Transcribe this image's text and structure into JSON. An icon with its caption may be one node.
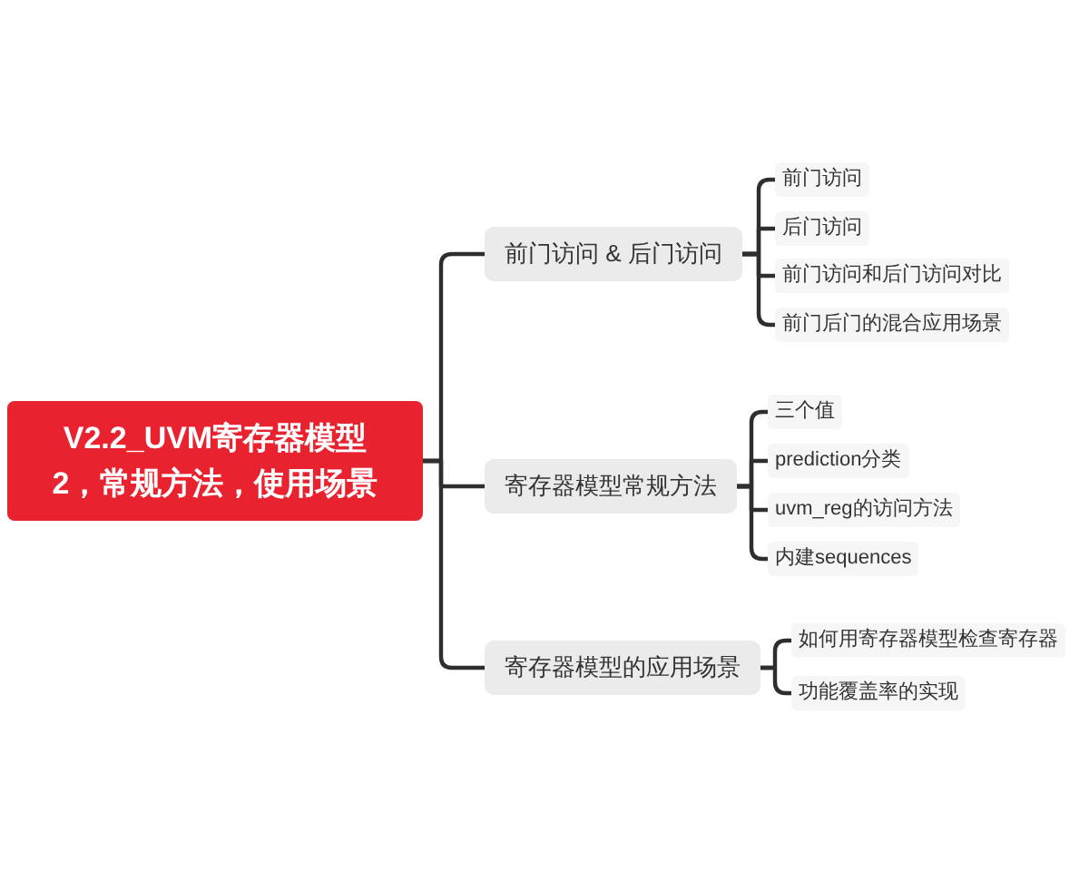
{
  "diagram": {
    "nodes": [
      {
        "text": [
          "V2.2_UVM寄存器模型2，常规方法，使用场景"
        ]
      },
      {
        "text": [
          "前门访问 & 后门访问"
        ]
      },
      {
        "text": [
          "前门访问"
        ]
      },
      {
        "text": [
          "后门访问"
        ]
      },
      {
        "text": [
          "前门访问和后门访问对比"
        ]
      },
      {
        "text": [
          "前门后门的混合应用场景"
        ]
      },
      {
        "text": [
          "寄存器模型常规方法"
        ]
      },
      {
        "text": [
          "三个值"
        ]
      },
      {
        "text": [
          "prediction分类"
        ]
      },
      {
        "text": [
          "uvm_reg的访问方法"
        ]
      },
      {
        "text": [
          "内建sequences"
        ]
      },
      {
        "text": [
          "寄存器模型的应用场景"
        ]
      },
      {
        "text": [
          "如何用寄存器模型检查寄存器"
        ]
      },
      {
        "text": [
          "功能覆盖率的实现"
        ]
      }
    ],
    "edges": [
      {
        "from": 0,
        "to": 1,
        "arrow": "none"
      },
      {
        "from": 0,
        "to": 6,
        "arrow": "none"
      },
      {
        "from": 0,
        "to": 11,
        "arrow": "none"
      },
      {
        "from": 1,
        "to": 2,
        "arrow": "none"
      },
      {
        "from": 1,
        "to": 3,
        "arrow": "none"
      },
      {
        "from": 1,
        "to": 4,
        "arrow": "none"
      },
      {
        "from": 1,
        "to": 5,
        "arrow": "none"
      },
      {
        "from": 6,
        "to": 7,
        "arrow": "none"
      },
      {
        "from": 6,
        "to": 8,
        "arrow": "none"
      },
      {
        "from": 6,
        "to": 9,
        "arrow": "none"
      },
      {
        "from": 6,
        "to": 10,
        "arrow": "none"
      },
      {
        "from": 11,
        "to": 12,
        "arrow": "none"
      },
      {
        "from": 11,
        "to": 13,
        "arrow": "none"
      }
    ]
  }
}
